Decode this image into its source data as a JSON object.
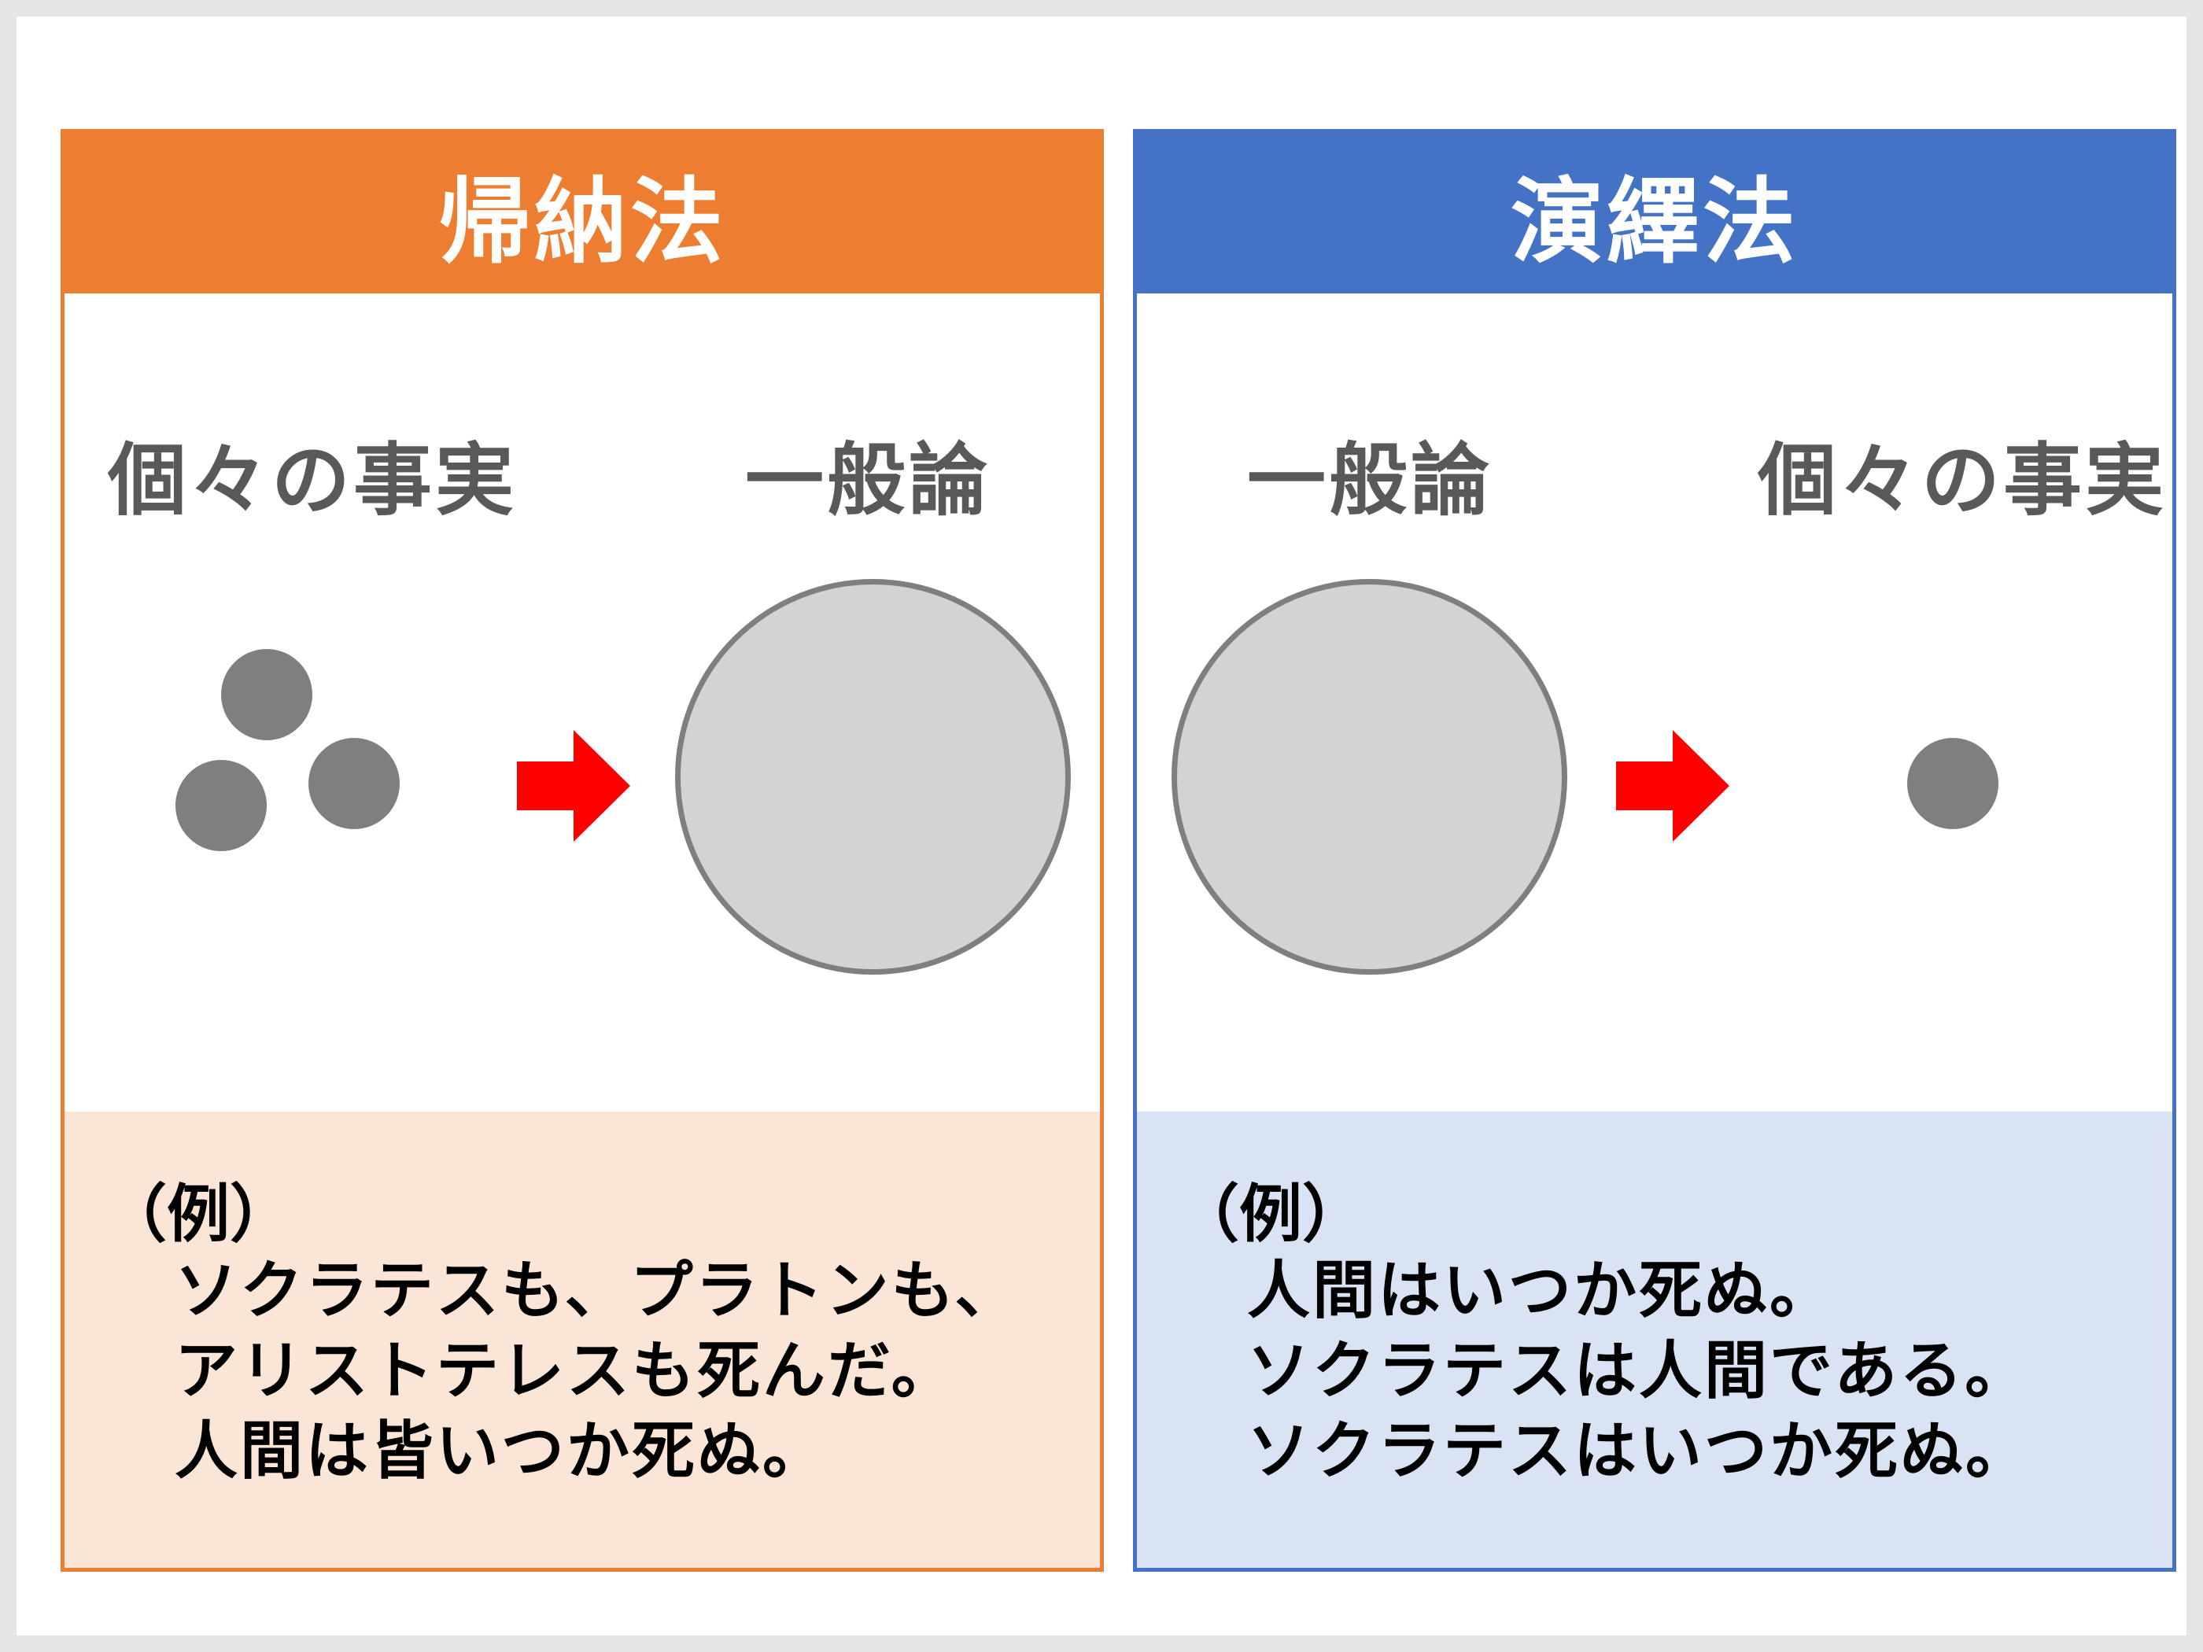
{
  "induction": {
    "title": "帰納法",
    "label_from": "個々の事実",
    "label_to": "一般論",
    "example_title": "（例）",
    "example_lines": [
      "ソクラテスも、プラトンも、",
      "アリストテレスも死んだ。",
      "人間は皆いつか死ぬ。"
    ]
  },
  "deduction": {
    "title": "演繹法",
    "label_from": "一般論",
    "label_to": "個々の事実",
    "example_title": "（例）",
    "example_lines": [
      "人間はいつか死ぬ。",
      "ソクラテスは人間である。",
      "ソクラテスはいつか死ぬ。"
    ]
  },
  "colors": {
    "induction_accent": "#ed7d31",
    "induction_bg": "#fbe5d6",
    "deduction_accent": "#4472c4",
    "deduction_bg": "#dae3f3",
    "arrow": "#ff0000",
    "dot": "#7f7f7f",
    "big_circle_fill": "#d3d3d3",
    "label_text": "#595959"
  }
}
